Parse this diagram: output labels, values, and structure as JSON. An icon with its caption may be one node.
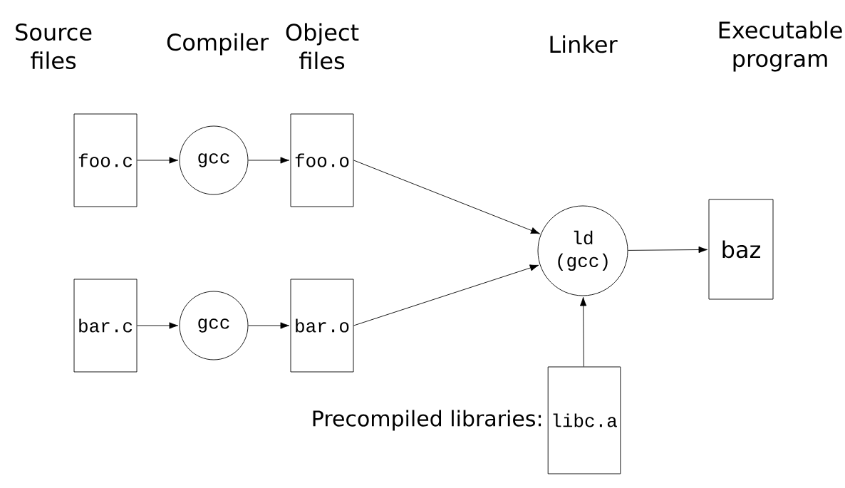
{
  "diagram": {
    "nodes": [
      {
        "text": [
          "foo.c"
        ]
      },
      {
        "text": [
          "gcc"
        ]
      },
      {
        "text": [
          "foo.o"
        ]
      },
      {
        "text": [
          "bar.c"
        ]
      },
      {
        "text": [
          "gcc"
        ]
      },
      {
        "text": [
          "bar.o"
        ]
      },
      {
        "text": [
          "ld (gcc)"
        ]
      },
      {
        "text": [
          "baz"
        ]
      },
      {
        "text": [
          "libc.a"
        ],
        "beside": [
          "Precompiled libraries:"
        ]
      }
    ],
    "edges": [
      {
        "from": 0,
        "to": 1,
        "arrow": "to"
      },
      {
        "from": 1,
        "to": 2,
        "arrow": "to"
      },
      {
        "from": 3,
        "to": 4,
        "arrow": "to"
      },
      {
        "from": 4,
        "to": 5,
        "arrow": "to"
      },
      {
        "from": 2,
        "to": 6,
        "arrow": "to"
      },
      {
        "from": 5,
        "to": 6,
        "arrow": "to"
      },
      {
        "from": 8,
        "to": 6,
        "arrow": "to"
      },
      {
        "from": 6,
        "to": 7,
        "arrow": "to"
      }
    ],
    "labels": [
      "Source files",
      "Compiler",
      "Object files",
      "Linker",
      "Executable program"
    ]
  }
}
